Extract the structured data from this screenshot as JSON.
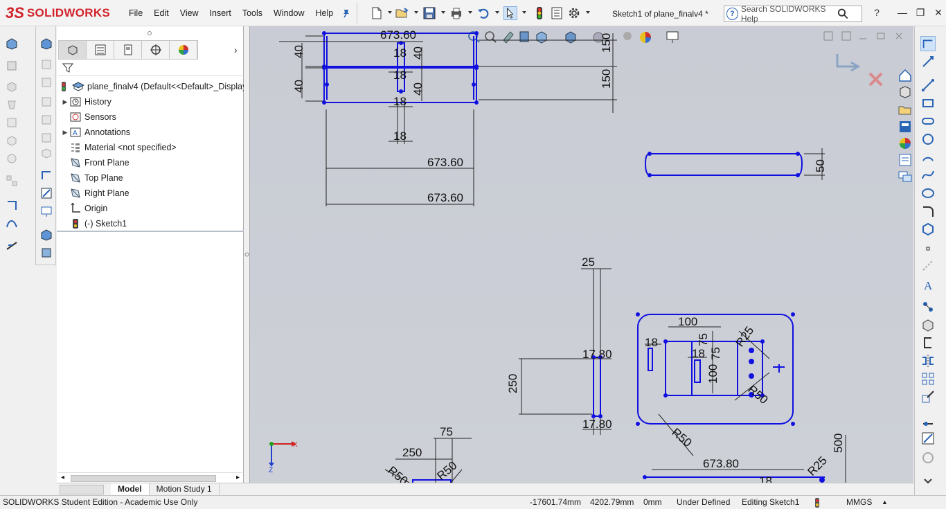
{
  "app": {
    "brand": "SOLIDWORKS",
    "brand_ds": "3S",
    "document_title": "Sketch1 of plane_finalv4 *"
  },
  "menu": [
    "File",
    "Edit",
    "View",
    "Insert",
    "Tools",
    "Window",
    "Help"
  ],
  "help_search": {
    "placeholder": "Search SOLIDWORKS Help"
  },
  "feature_tree": {
    "root": "plane_finalv4  (Default<<Default>_Display",
    "items": [
      {
        "label": "History",
        "icon": "history-icon",
        "expandable": true
      },
      {
        "label": "Sensors",
        "icon": "sensors-icon",
        "expandable": false
      },
      {
        "label": "Annotations",
        "icon": "annotations-icon",
        "expandable": true
      },
      {
        "label": "Material <not specified>",
        "icon": "material-icon",
        "expandable": false
      },
      {
        "label": "Front Plane",
        "icon": "plane-icon",
        "expandable": false
      },
      {
        "label": "Top Plane",
        "icon": "plane-icon",
        "expandable": false
      },
      {
        "label": "Right Plane",
        "icon": "plane-icon",
        "expandable": false
      },
      {
        "label": "Origin",
        "icon": "origin-icon",
        "expandable": false
      },
      {
        "label": "(-) Sketch1",
        "icon": "sketch-icon",
        "expandable": false
      }
    ]
  },
  "bottom_tabs": [
    "Model",
    "Motion Study 1"
  ],
  "status": {
    "edition": "SOLIDWORKS Student Edition - Academic Use Only",
    "x": "-17601.74mm",
    "y": "4202.79mm",
    "z": "0mm",
    "state": "Under Defined",
    "mode": "Editing Sketch1",
    "units": "MMGS"
  },
  "sketch_dimensions": {
    "top_width": "673.60",
    "d_40": "40",
    "d_18": "18",
    "d_150": "150",
    "d_50": "50",
    "d_25": "25",
    "d_250": "250",
    "d_17_80": "17.80",
    "d_75": "75",
    "d_100": "100",
    "d_r50": "R50",
    "d_r25": "R25",
    "d_500": "500",
    "d_673_80": "673.80"
  },
  "triad": {
    "x": "X",
    "z": "Z"
  },
  "colors": {
    "sketch": "#1010e0",
    "brand": "#d2232a",
    "canvas": "#cbced6"
  }
}
